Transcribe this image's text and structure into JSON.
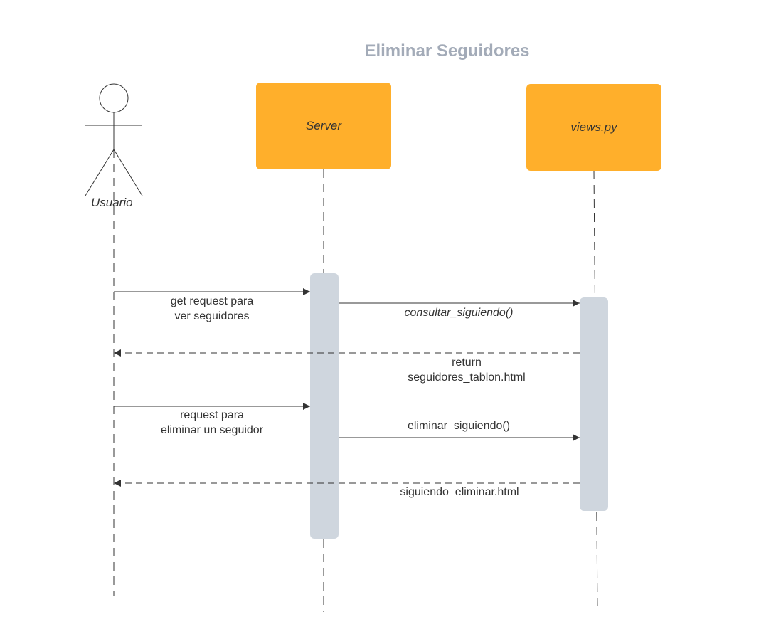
{
  "title": "Eliminar Seguidores",
  "participants": {
    "actor": "Usuario",
    "server": "Server",
    "views": "views.py"
  },
  "messages": [
    {
      "line1": "get request para",
      "line2": "ver seguidores",
      "from": "Usuario",
      "to": "Server",
      "style": "solid"
    },
    {
      "line1": "consultar_siguiendo()",
      "from": "Server",
      "to": "views.py",
      "style": "solid"
    },
    {
      "line1": "return",
      "line2": "seguidores_tablon.html",
      "from": "views.py",
      "to": "Usuario",
      "style": "dashed"
    },
    {
      "line1": "request para",
      "line2": "eliminar un seguidor",
      "from": "Usuario",
      "to": "Server",
      "style": "solid"
    },
    {
      "line1": "eliminar_siguiendo()",
      "from": "Server",
      "to": "views.py",
      "style": "solid"
    },
    {
      "line1": "siguiendo_eliminar.html",
      "from": "views.py",
      "to": "Usuario",
      "style": "dashed"
    }
  ],
  "colors": {
    "participant_fill": "#ffaf2b",
    "activation_fill": "#cfd6de",
    "title": "#a3abb8",
    "line": "#333333"
  }
}
